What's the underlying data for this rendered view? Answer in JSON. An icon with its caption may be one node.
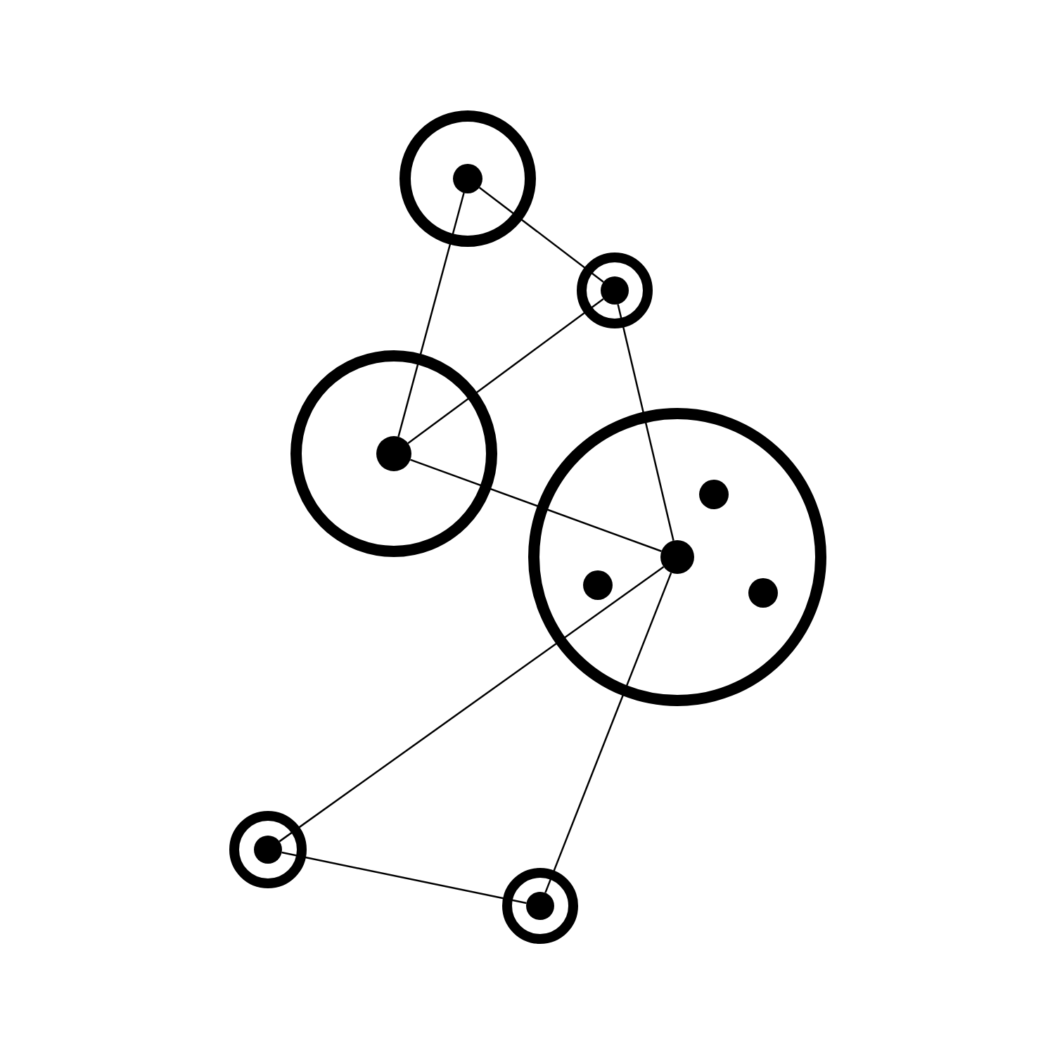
{
  "diagram": {
    "nodes": [
      {
        "text": [],
        "shape": "circle"
      },
      {
        "text": [],
        "shape": "circle",
        "in": 0
      },
      {
        "text": [],
        "shape": "circle"
      },
      {
        "text": [],
        "shape": "circle",
        "in": 2
      },
      {
        "text": [],
        "shape": "circle"
      },
      {
        "text": [],
        "shape": "circle",
        "in": 4
      },
      {
        "text": [],
        "shape": "circle"
      },
      {
        "text": [],
        "shape": "circle",
        "in": 6
      },
      {
        "text": [],
        "shape": "circle",
        "in": 6
      },
      {
        "text": [],
        "shape": "circle",
        "in": 6
      },
      {
        "text": [],
        "shape": "circle",
        "in": 6
      },
      {
        "text": [],
        "shape": "circle"
      },
      {
        "text": [],
        "shape": "circle",
        "in": 11
      },
      {
        "text": [],
        "shape": "circle"
      },
      {
        "text": [],
        "shape": "circle",
        "in": 13
      }
    ],
    "edges": [
      {
        "from": 1,
        "to": 3,
        "arrow": "none"
      },
      {
        "from": 1,
        "to": 5,
        "arrow": "none"
      },
      {
        "from": 3,
        "to": 5,
        "arrow": "none"
      },
      {
        "from": 3,
        "to": 8,
        "arrow": "none"
      },
      {
        "from": 5,
        "to": 8,
        "arrow": "none"
      },
      {
        "from": 8,
        "to": 12,
        "arrow": "none"
      },
      {
        "from": 8,
        "to": 14,
        "arrow": "none"
      },
      {
        "from": 12,
        "to": 14,
        "arrow": "none"
      }
    ]
  }
}
